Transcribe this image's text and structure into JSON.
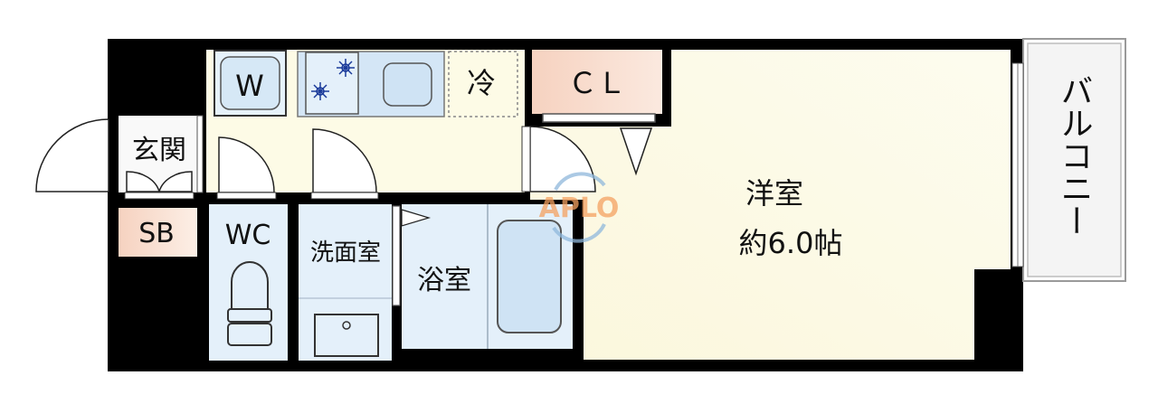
{
  "rooms": {
    "washer": "W",
    "fridge": "冷",
    "closet": "ＣＬ",
    "entrance": "玄関",
    "shoe_box": "SB",
    "toilet": "WC",
    "washroom": "洗面室",
    "bathroom": "浴室",
    "western_room": "洋室",
    "room_size": "約6.0帖",
    "balcony": "バルコニー"
  },
  "watermark": "APLO",
  "colors": {
    "wall": "#000000",
    "floor_cream": "#fdfbe6",
    "water_blue": "#e4f0fa",
    "fixture_blue": "#d4e6f6",
    "peach": "#f7d3c3",
    "watermark_orange": "#f4a261",
    "watermark_blue": "#8fb8dc"
  }
}
